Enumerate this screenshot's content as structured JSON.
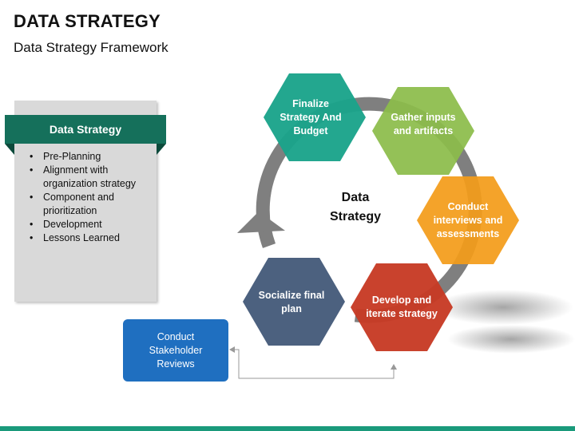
{
  "title": "DATA STRATEGY",
  "subtitle": "Data Strategy Framework",
  "panel": {
    "heading": "Data Strategy",
    "items": [
      "Pre-Planning",
      "Alignment with organization strategy",
      "Component and prioritization",
      "Development",
      "Lessons Learned"
    ]
  },
  "center_label": {
    "line1": "Data",
    "line2": "Strategy"
  },
  "steps": [
    {
      "lines": [
        "Finalize",
        "Strategy And",
        "Budget"
      ],
      "color": "#1aa38a"
    },
    {
      "lines": [
        "Gather inputs",
        "and artifacts"
      ],
      "color": "#8cbc4a"
    },
    {
      "lines": [
        "Conduct",
        "interviews and",
        "assessments"
      ],
      "color": "#f39c1a"
    },
    {
      "lines": [
        "Develop and",
        "iterate strategy"
      ],
      "color": "#c73a24"
    },
    {
      "lines": [
        "Socialize final",
        "plan"
      ],
      "color": "#455b7a"
    }
  ],
  "side_box": {
    "lines": [
      "Conduct",
      "Stakeholder",
      "Reviews"
    ],
    "color": "#1f6fc0"
  }
}
